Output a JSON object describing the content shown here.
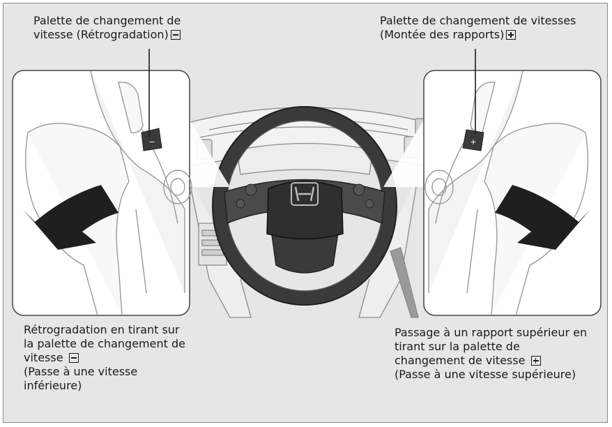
{
  "labels": {
    "top_left": {
      "line1": "Palette de changement de",
      "line2": "vitesse  (Rétrogradation)",
      "symbol": "minus"
    },
    "top_right": {
      "line1": "Palette de changement de vitesses",
      "line2": "(Montée des rapports)",
      "symbol": "plus"
    },
    "bottom_left": {
      "line1": "Rétrogradation en tirant sur",
      "line2": "la palette de changement de",
      "line3": "vitesse ",
      "line4": "(Passe à une vitesse",
      "line5": "inférieure)",
      "symbol": "minus"
    },
    "bottom_right": {
      "line1": "Passage à un rapport supérieur en",
      "line2": "tirant sur la palette de",
      "line3": "changement de vitesse ",
      "line4": "(Passe à une vitesse supérieure)",
      "symbol": "plus"
    }
  },
  "paddles": {
    "left_sign": "−",
    "right_sign": "+"
  },
  "colors": {
    "background": "#e6e6e6",
    "panel": "#ffffff",
    "arrow": "#1f1f1f",
    "line_art": "#9a9a9a"
  }
}
